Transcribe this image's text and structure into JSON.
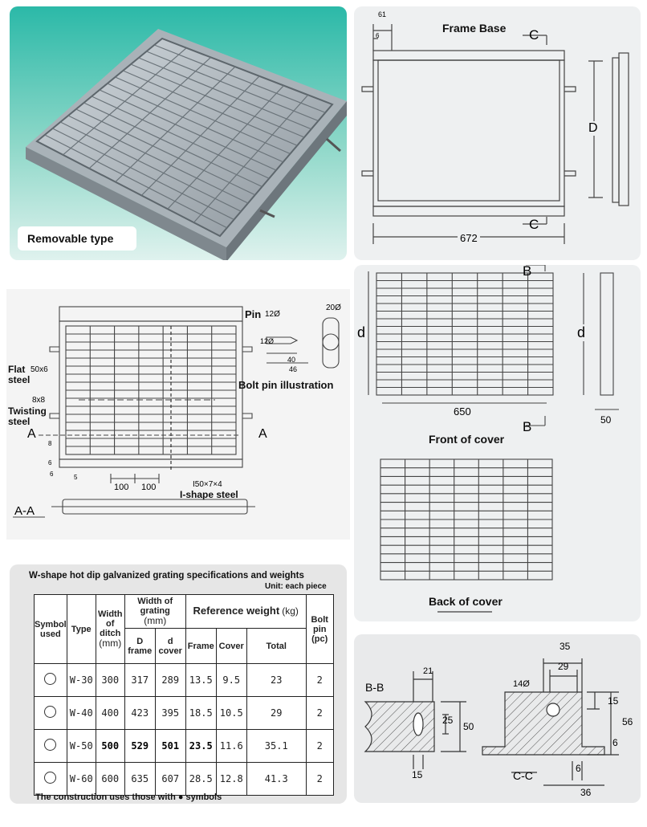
{
  "photo": {
    "caption": "Removable type"
  },
  "frame_base": {
    "title": "Frame Base",
    "dim_top": "61",
    "dim_small": "6",
    "section_top": "C",
    "section_bottom": "C",
    "dim_width": "672",
    "dim_height": "D"
  },
  "grating_drawing": {
    "pin_label": "Pin",
    "pin_size": "12Ø",
    "pin_head": "20Ø",
    "pin_shank": "12Ø",
    "pin_len1": "40",
    "pin_len2": "46",
    "bolt_caption": "Bolt pin illustration",
    "flat_steel": "Flat",
    "flat_steel_size": "50x6",
    "flat_steel2": "steel",
    "twisting": "Twisting",
    "twisting2": "steel",
    "twist_size": "8x8",
    "section_left": "A",
    "section_right": "A",
    "dim_8": "8",
    "dim_6": "6",
    "dim_6b": "6",
    "dim_5": "5",
    "spacing1": "100",
    "spacing2": "100",
    "i_size": "I50×7×4",
    "i_label": "I-shape steel",
    "section_aa": "A-A"
  },
  "cover": {
    "front_caption": "Front of cover",
    "back_caption": "Back of cover",
    "section_top": "B",
    "section_bottom": "B",
    "dim_width": "650",
    "dim_height": "d",
    "dim_height_side": "d",
    "dim_side": "50"
  },
  "table": {
    "title": "W-shape hot dip galvanized grating specifications and weights",
    "unit": "Unit: each piece",
    "h_symbol": "Symbol used",
    "h_type": "Type",
    "h_ditch": "Width of ditch",
    "h_ditch_unit": "(mm)",
    "h_grating": "Width of grating",
    "h_grating_unit": "(mm)",
    "h_ref": "Reference weight",
    "h_ref_unit": "(kg)",
    "h_bolt": "Bolt pin (pc)",
    "h_D": "D frame",
    "h_d": "d cover",
    "h_frame": "Frame",
    "h_cover": "Cover",
    "h_total": "Total",
    "rows": [
      {
        "type": "W-30",
        "ditch": "300",
        "D": "317",
        "d": "289",
        "frame": "13.5",
        "cover": "9.5",
        "total": "23",
        "pin": "2"
      },
      {
        "type": "W-40",
        "ditch": "400",
        "D": "423",
        "d": "395",
        "frame": "18.5",
        "cover": "10.5",
        "total": "29",
        "pin": "2"
      },
      {
        "type": "W-50",
        "ditch": "500",
        "D": "529",
        "d": "501",
        "frame": "23.5",
        "cover": "11.6",
        "total": "35.1",
        "pin": "2"
      },
      {
        "type": "W-60",
        "ditch": "600",
        "D": "635",
        "d": "607",
        "frame": "28.5",
        "cover": "12.8",
        "total": "41.3",
        "pin": "2"
      }
    ],
    "footnote": "The construction uses those with ● symbols"
  },
  "sections": {
    "bb": "B-B",
    "cc": "C-C",
    "b_21": "21",
    "b_25": "25",
    "b_50": "50",
    "b_15": "15",
    "c_35": "35",
    "c_29": "29",
    "c_14": "14Ø",
    "c_15": "15",
    "c_56": "56",
    "c_6a": "6",
    "c_6b": "6",
    "c_36": "36"
  }
}
